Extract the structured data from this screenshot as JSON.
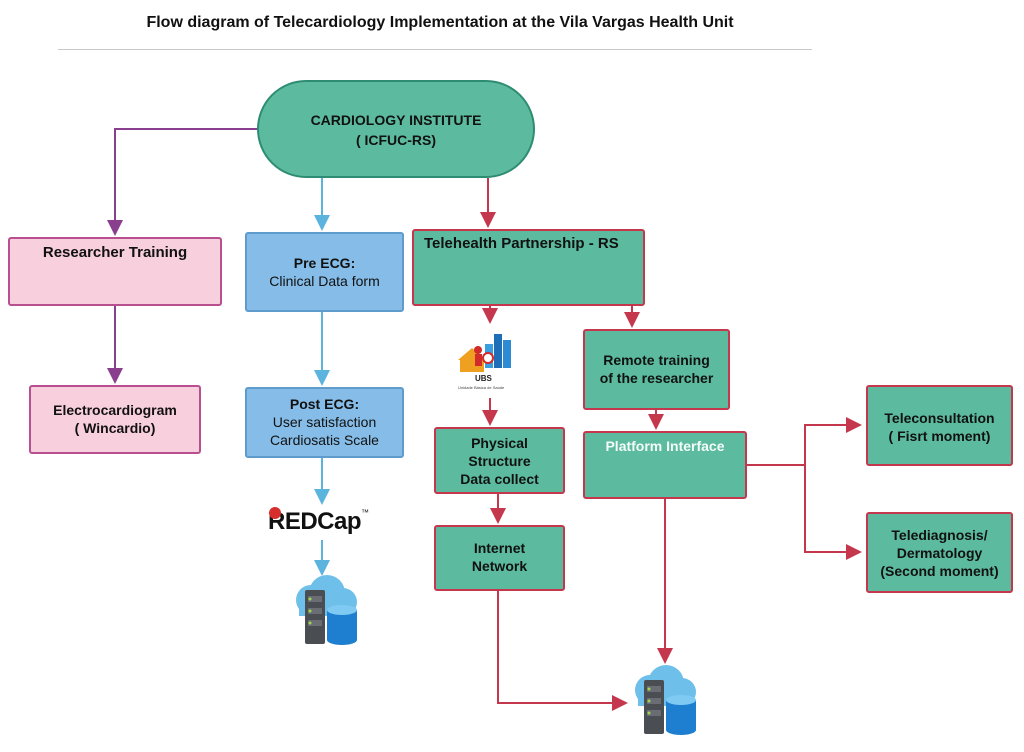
{
  "title": "Flow diagram of Telecardiology Implementation at the Vila Vargas Health Unit",
  "nodes": {
    "institute": {
      "line1": "CARDIOLOGY INSTITUTE",
      "line2": "( ICFUC-RS)"
    },
    "researcher_training": {
      "label": "Researcher Training"
    },
    "electrocardiogram": {
      "line1": "Electrocardiogram",
      "line2": "( Wincardio)"
    },
    "pre_ecg": {
      "line1": "Pre ECG:",
      "line2": "Clinical Data form"
    },
    "post_ecg": {
      "line1": "Post ECG:",
      "line2": "User satisfaction",
      "line3": "Cardiosatis Scale"
    },
    "telehealth": {
      "label": "Telehealth Partnership - RS"
    },
    "ubs": {
      "label": "UBS",
      "caption": "Unidade Básica de Saúde"
    },
    "physical": {
      "line1": "Physical",
      "line2": "Structure",
      "line3": "Data collect"
    },
    "internet": {
      "line1": "Internet",
      "line2": "Network"
    },
    "remote_training": {
      "line1": "Remote training",
      "line2": "of the researcher"
    },
    "platform": {
      "label": "Platform Interface"
    },
    "teleconsultation": {
      "line1": "Teleconsultation",
      "line2": "( Fisrt moment)"
    },
    "telediagnosis": {
      "line1": "Telediagnosis/",
      "line2": "Dermatology",
      "line3": "(Second moment)"
    }
  },
  "redcap": {
    "text": "REDCap",
    "tm": "™"
  },
  "icons": [
    "cloud-database-icon",
    "ubs-logo-icon",
    "redcap-logo"
  ],
  "colors": {
    "purple": "#8a3f8e",
    "blue": "#5ab4dd",
    "red": "#c4374c",
    "green": "#5cbb9f",
    "pink": "#f8cfdc",
    "lightblue": "#86bde8"
  }
}
